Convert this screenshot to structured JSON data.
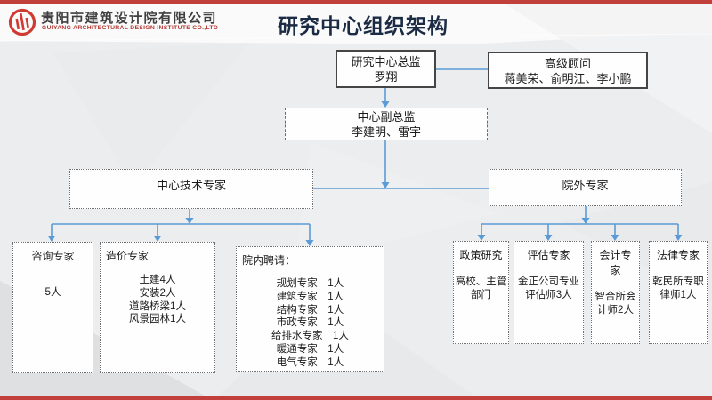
{
  "colors": {
    "accent_red": "#c2403c",
    "title_navy": "#1c2b44",
    "connector_blue": "#5b9bd5",
    "background_gray": "#ecedee"
  },
  "header": {
    "company_name_cn": "贵阳市建筑设计院有限公司",
    "company_name_en": "GUIYANG ARCHITECTURAL DESIGN INSTITUTE CO.,LTD",
    "page_title": "研究中心组织架构"
  },
  "org": {
    "director": {
      "title": "研究中心总监",
      "names": "罗翔"
    },
    "advisor": {
      "title": "高级顾问",
      "names": "蒋美荣、俞明江、李小鹏"
    },
    "deputy": {
      "title": "中心副总监",
      "names": "李建明、雷宇"
    },
    "branch_left": {
      "title": "中心技术专家"
    },
    "branch_right": {
      "title": "院外专家"
    },
    "left_children": [
      {
        "title": "咨询专家",
        "body": "5人"
      },
      {
        "title": "造价专家",
        "body": "土建4人\n安装2人\n道路桥梁1人\n风景园林1人"
      },
      {
        "title": "院内聘请：",
        "body": "规划专家　1人\n建筑专家　1人\n结构专家　1人\n市政专家　1人\n给排水专家　1人\n暖通专家　1人\n电气专家　1人"
      }
    ],
    "right_children": [
      {
        "title": "政策研究",
        "body": "高校、主管部门"
      },
      {
        "title": "评估专家",
        "body": "金正公司专业评估师3人"
      },
      {
        "title": "会计专家",
        "body": "智合所会计师2人"
      },
      {
        "title": "法律专家",
        "body": "乾民所专职律师1人"
      }
    ]
  }
}
